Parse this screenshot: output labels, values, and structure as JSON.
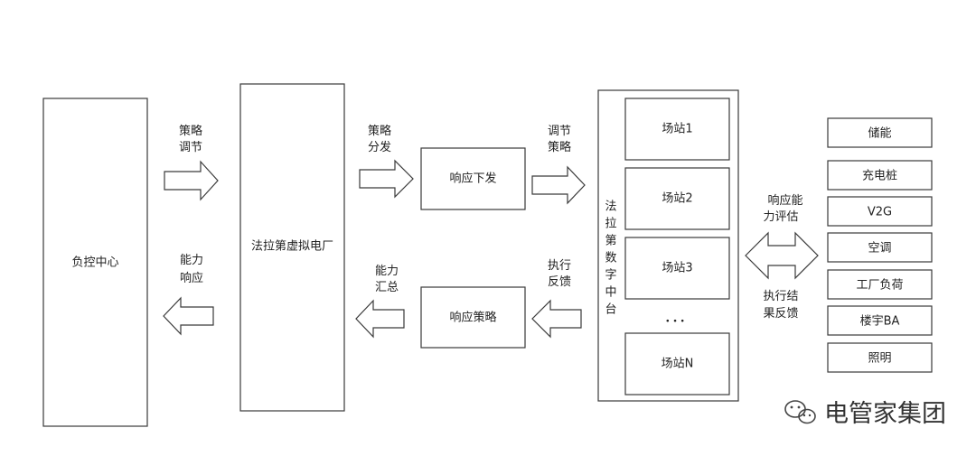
{
  "nodes": {
    "load_control_center": "负控中心",
    "vpp": "法拉第虚拟电厂",
    "response_dispatch": "响应下发",
    "response_strategy": "响应策略",
    "digital_platform": [
      "法",
      "拉",
      "第",
      "数",
      "字",
      "中",
      "台"
    ],
    "stations": [
      "场站1",
      "场站2",
      "场站3",
      "场站N"
    ],
    "station_ellipsis": "• • •",
    "resources": [
      "储能",
      "充电桩",
      "V2G",
      "空调",
      "工厂负荷",
      "楼宇BA",
      "照明"
    ]
  },
  "edge_labels": {
    "strategy_adjust": [
      "策略",
      "调节"
    ],
    "capability_response": [
      "能力",
      "响应"
    ],
    "strategy_distribute": [
      "策略",
      "分发"
    ],
    "capability_summary": [
      "能力",
      "汇总"
    ],
    "adjust_strategy": [
      "调节",
      "策略"
    ],
    "execute_feedback": [
      "执行",
      "反馈"
    ],
    "response_eval": [
      "响应能",
      "力评估"
    ],
    "result_feedback": [
      "执行结",
      "果反馈"
    ]
  },
  "watermark": "电管家集团"
}
